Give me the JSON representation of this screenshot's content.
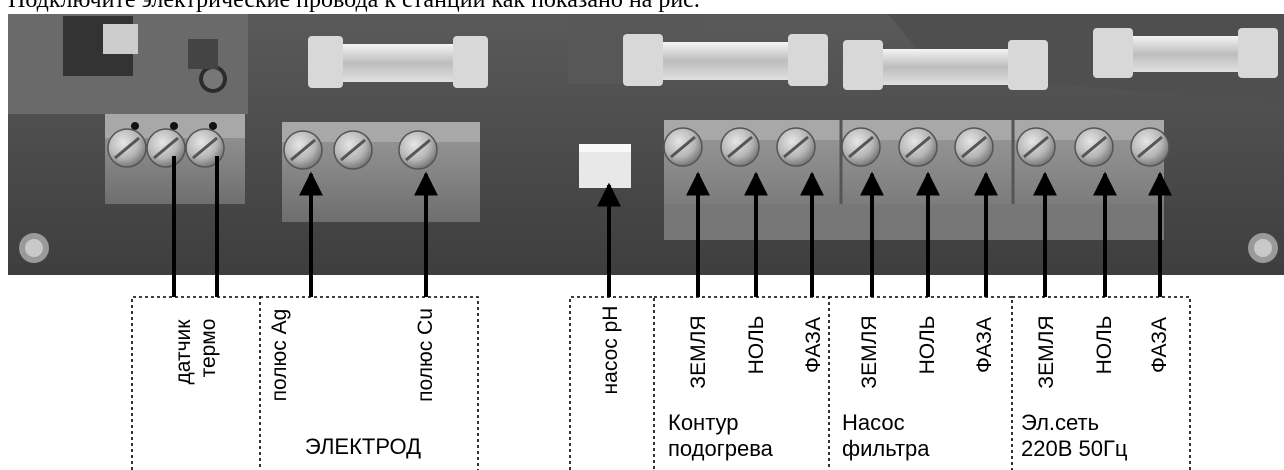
{
  "caption": "Подключите электрические провода к станции как показано на рис.",
  "groups": [
    {
      "name": "sensor",
      "labels": [
        "датчик",
        "термо"
      ],
      "title": null
    },
    {
      "name": "electrode",
      "labels": [
        "полюс Ag",
        "полюс Cu"
      ],
      "title": "ЭЛЕКТРОД"
    },
    {
      "name": "ph-pump",
      "labels": [
        "насос pH"
      ],
      "title": null
    },
    {
      "name": "heating",
      "labels": [
        "ЗЕМЛЯ",
        "НОЛЬ",
        "ФАЗА"
      ],
      "title": [
        "Контур",
        "подогрева"
      ]
    },
    {
      "name": "filter-pump",
      "labels": [
        "ЗЕМЛЯ",
        "НОЛЬ",
        "ФАЗА"
      ],
      "title": [
        "Насос",
        "фильтра"
      ]
    },
    {
      "name": "mains",
      "labels": [
        "ЗЕМЛЯ",
        "НОЛЬ",
        "ФАЗА"
      ],
      "title": [
        "Эл.сеть",
        "220В 50Гц"
      ]
    }
  ]
}
